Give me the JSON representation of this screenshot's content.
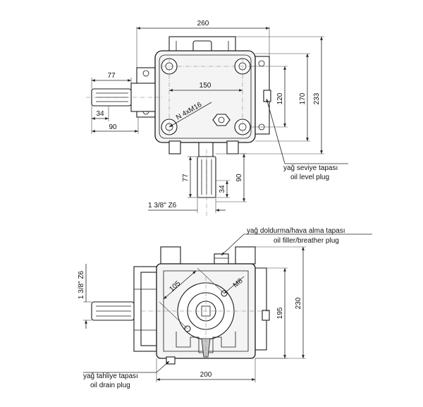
{
  "top_view": {
    "dims": {
      "width_260": "260",
      "bolt_150": "150",
      "shaft_77": "77",
      "shaft_34": "34",
      "shaft_90": "90",
      "height_120": "120",
      "height_170": "170",
      "height_233": "233",
      "thread": "N 4xM16",
      "bottom_77": "77",
      "bottom_34": "34",
      "bottom_90": "90",
      "spline": "1 3/8\" Z6"
    },
    "notes": {
      "level_tr": "yağ seviye tapası",
      "level_en": "oil level plug"
    }
  },
  "front_view": {
    "dims": {
      "d105": "105",
      "m8": "M8",
      "spline": "1 3/8\" Z6",
      "h195": "195",
      "h230": "230",
      "w200": "200"
    },
    "notes": {
      "filler_tr": "yağ doldurma/hava alma tapası",
      "filler_en": "oil filler/breather plug",
      "drain_tr": "yağ tahliye tapası",
      "drain_en": "oil drain plug"
    }
  }
}
